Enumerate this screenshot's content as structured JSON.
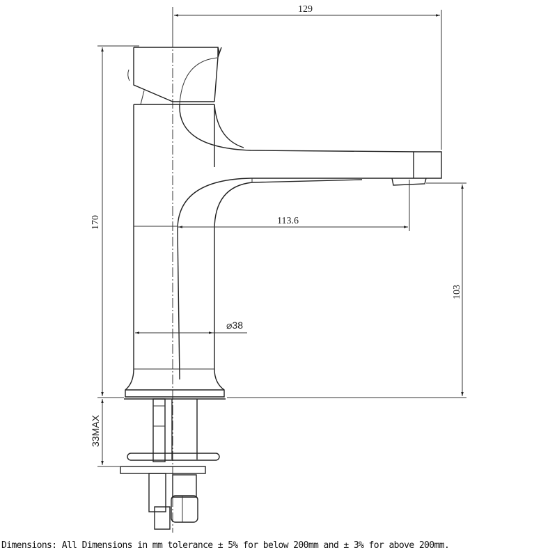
{
  "drawing": {
    "subject": "single lever basin mixer tap - side elevation technical drawing",
    "dimensions": {
      "spout_reach_overall": "129",
      "spout_reach_to_outlet": "113.6",
      "overall_height": "170",
      "outlet_height": "103",
      "body_diameter": "⌀38",
      "max_deck_thickness": "33MAX"
    },
    "units": "mm"
  },
  "footer": {
    "note": "Dimensions: All Dimensions in mm tolerance ± 5% for below 200mm and ± 3% for above 200mm."
  }
}
